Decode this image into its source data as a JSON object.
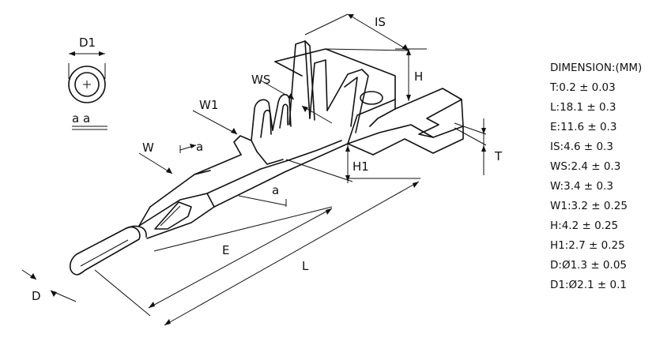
{
  "labels": {
    "d1": "D1",
    "is": "IS",
    "h": "H",
    "ws": "WS",
    "w1": "W1",
    "w": "W",
    "a_top": "a",
    "a_mid": "a",
    "h1": "H1",
    "t": "T",
    "e": "E",
    "l": "L",
    "d": "D",
    "section": "a  a"
  },
  "spec_table": {
    "heading": "DIMENSION:(MM)",
    "rows": [
      "T:0.2 ± 0.03",
      "L:18.1 ± 0.3",
      "E:11.6 ± 0.3",
      "IS:4.6 ± 0.3",
      "WS:2.4 ± 0.3",
      "W:3.4 ± 0.3",
      "W1:3.2 ± 0.25",
      "H:4.2 ± 0.25",
      "H1:2.7 ± 0.25",
      "D:Ø1.3 ± 0.05",
      "D1:Ø2.1 ± 0.1"
    ]
  }
}
